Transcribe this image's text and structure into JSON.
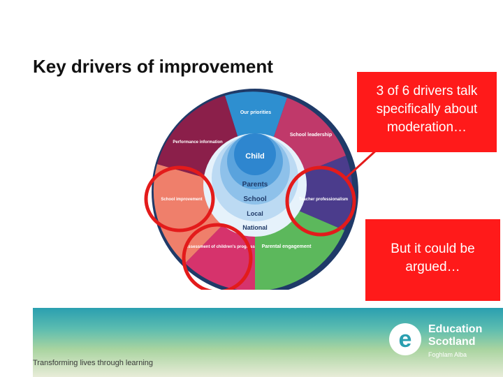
{
  "slide": {
    "title": "Key drivers of improvement",
    "callout_top": "3 of 6 drivers talk specifically about moderation…",
    "callout_bottom": "But it could be argued…",
    "footer_tagline": "Transforming lives through learning"
  },
  "wheel": {
    "segments": [
      {
        "label": "Our priorities",
        "color": "#2e8fd0"
      },
      {
        "label": "School leadership",
        "color": "#c0396a"
      },
      {
        "label": "Teacher professionalism",
        "color": "#4b3c8c"
      },
      {
        "label": "Parental engagement",
        "color": "#5cb85c"
      },
      {
        "label": "Assessment of children's progress",
        "color": "#d6336c"
      },
      {
        "label": "School improvement",
        "color": "#ef7f6b"
      },
      {
        "label": "Performance information",
        "color": "#8b1f4a"
      }
    ],
    "rings": [
      "Child",
      "Parents",
      "School",
      "Local",
      "National"
    ]
  },
  "logo": {
    "line1": "Education",
    "line2": "Scotland",
    "line3": "Foghlam Alba",
    "mark": "e"
  }
}
